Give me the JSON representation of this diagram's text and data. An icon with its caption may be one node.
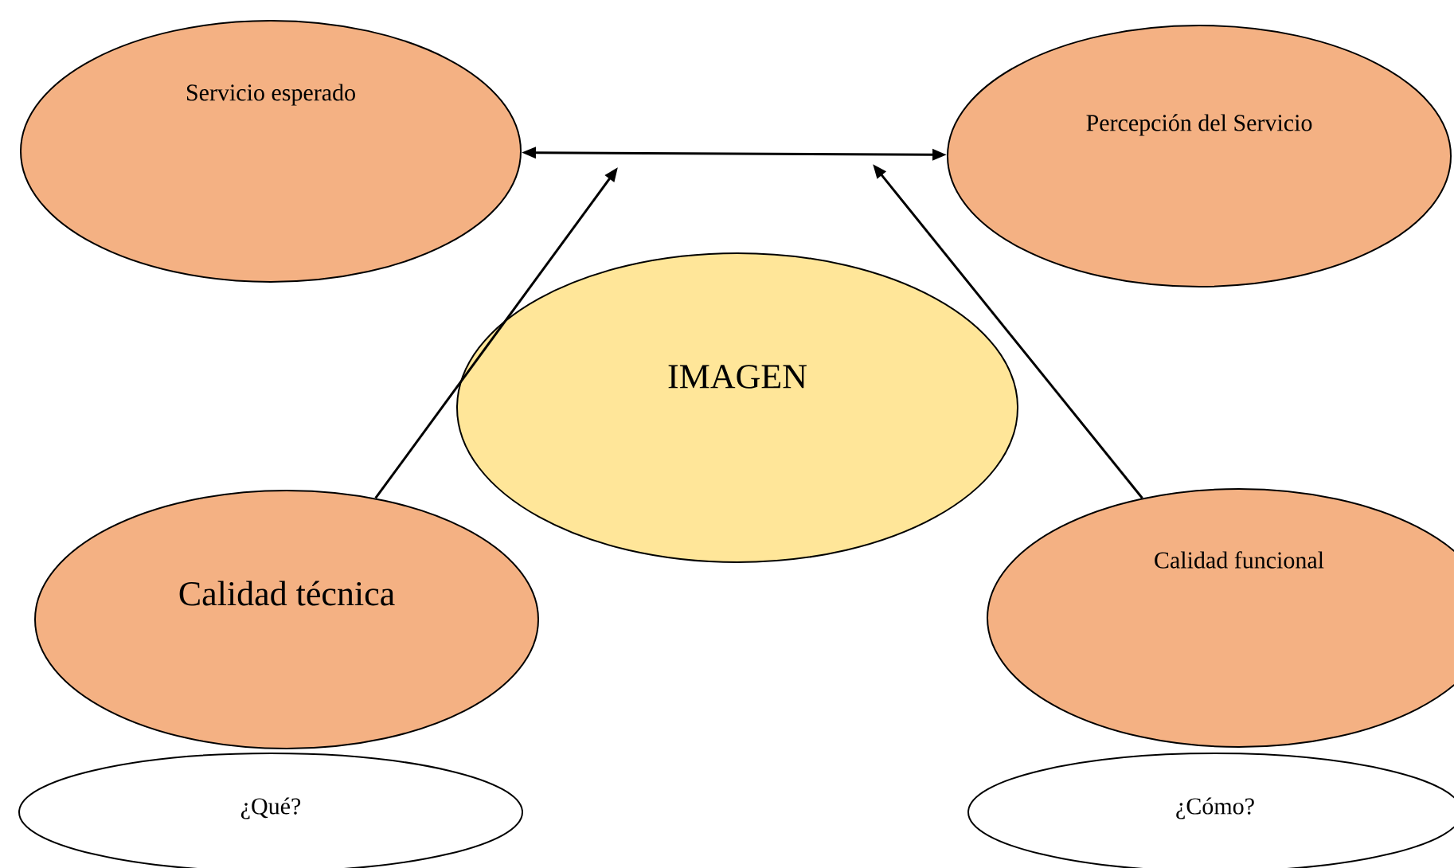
{
  "diagram": {
    "nodes": [
      {
        "text": [
          "Servicio esperado"
        ]
      },
      {
        "text": [
          "Percepción del Servicio"
        ]
      },
      {
        "text": [
          "IMAGEN"
        ]
      },
      {
        "text": [
          "Calidad técnica"
        ]
      },
      {
        "text": [
          "Calidad funcional"
        ]
      },
      {
        "text": [
          "¿Qué?"
        ]
      },
      {
        "text": [
          "¿Cómo?"
        ]
      }
    ],
    "edges": [
      {
        "from": 0,
        "to": 1,
        "arrow": "both"
      },
      {
        "from": 3,
        "to": null,
        "arrow": "to"
      },
      {
        "from": 4,
        "to": null,
        "arrow": "to"
      }
    ]
  }
}
